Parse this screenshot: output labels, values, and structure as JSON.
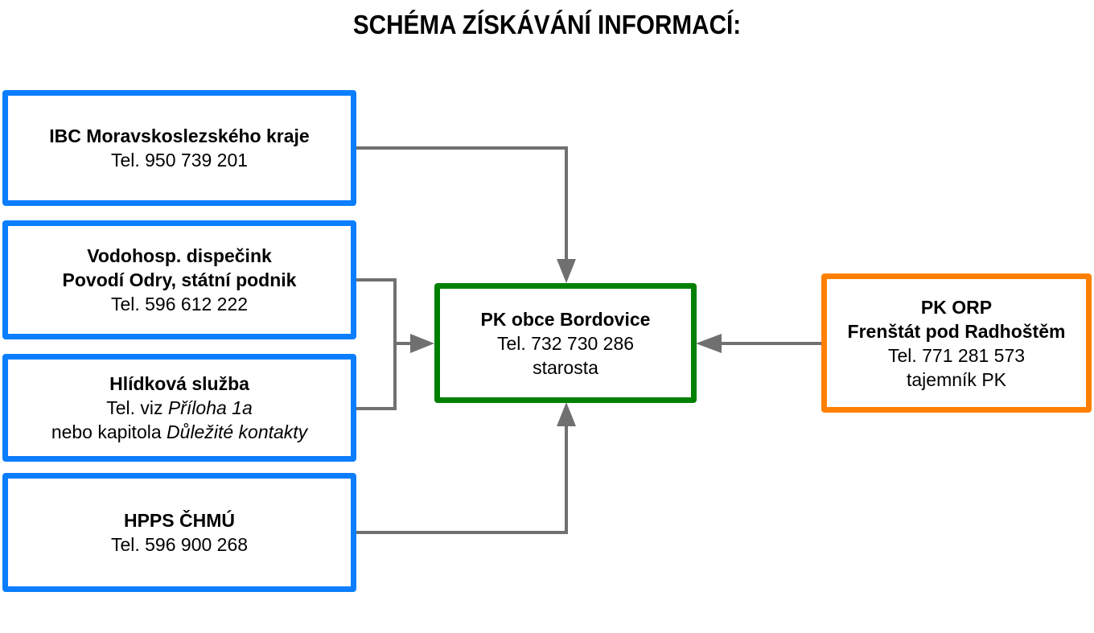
{
  "title": "SCHÉMA ZÍSKÁVÁNÍ INFORMACÍ:",
  "colors": {
    "source_border": "#0A7EFF",
    "target_border": "#008000",
    "orp_border": "#FF8000",
    "arrow": "#707070"
  },
  "sources": [
    {
      "name": "IBC Moravskoslezského kraje",
      "tel": "Tel. 950 739 201"
    },
    {
      "name_line1": "Vodohosp. dispečink",
      "name_line2": "Povodí Odry, státní podnik",
      "tel": "Tel. 596 612 222"
    },
    {
      "name": "Hlídková služba",
      "tel_prefix": "Tel. viz ",
      "tel_ref": "Příloha 1a",
      "alt_prefix": "nebo kapitola ",
      "alt_ref": "Důležité kontakty"
    },
    {
      "name": "HPPS ČHMÚ",
      "tel": "Tel. 596 900 268"
    }
  ],
  "target": {
    "name": "PK obce Bordovice",
    "tel": "Tel. 732 730 286",
    "role": "starosta"
  },
  "orp": {
    "name_line1": "PK ORP",
    "name_line2": "Frenštát pod Radhoštěm",
    "tel": "Tel. 771 281 573",
    "role": "tajemník PK"
  },
  "connections": [
    {
      "from": "IBC Moravskoslezského kraje",
      "to": "PK obce Bordovice"
    },
    {
      "from": "Vodohosp. dispečink",
      "to": "PK obce Bordovice"
    },
    {
      "from": "Hlídková služba",
      "to": "PK obce Bordovice"
    },
    {
      "from": "HPPS ČHMÚ",
      "to": "PK obce Bordovice"
    },
    {
      "from": "PK ORP Frenštát pod Radhoštěm",
      "to": "PK obce Bordovice"
    }
  ]
}
